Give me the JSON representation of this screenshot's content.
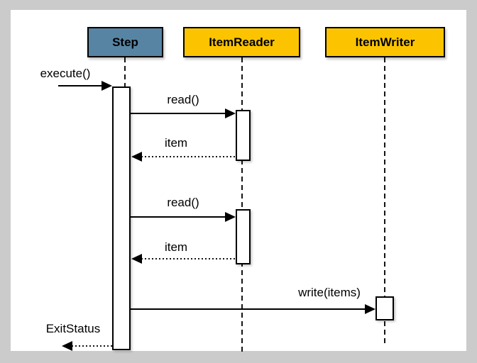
{
  "diagram": {
    "type": "uml-sequence-diagram",
    "actors": [
      {
        "name": "Step",
        "header_color": "#5784a3"
      },
      {
        "name": "ItemReader",
        "header_color": "#fcc400"
      },
      {
        "name": "ItemWriter",
        "header_color": "#fcc400"
      }
    ],
    "messages": [
      {
        "label": "execute()",
        "from": "external",
        "to": "Step",
        "kind": "call"
      },
      {
        "label": "read()",
        "from": "Step",
        "to": "ItemReader",
        "kind": "call"
      },
      {
        "label": "item",
        "from": "ItemReader",
        "to": "Step",
        "kind": "return"
      },
      {
        "label": "read()",
        "from": "Step",
        "to": "ItemReader",
        "kind": "call"
      },
      {
        "label": "item",
        "from": "ItemReader",
        "to": "Step",
        "kind": "return"
      },
      {
        "label": "write(items)",
        "from": "Step",
        "to": "ItemWriter",
        "kind": "call"
      },
      {
        "label": "ExitStatus",
        "from": "Step",
        "to": "external",
        "kind": "return"
      }
    ],
    "colors": {
      "canvas_background": "#cbcbcb",
      "page_background": "#ffffff",
      "step_header": "#5784a3",
      "item_header": "#fcc400",
      "stroke": "#000000"
    }
  }
}
